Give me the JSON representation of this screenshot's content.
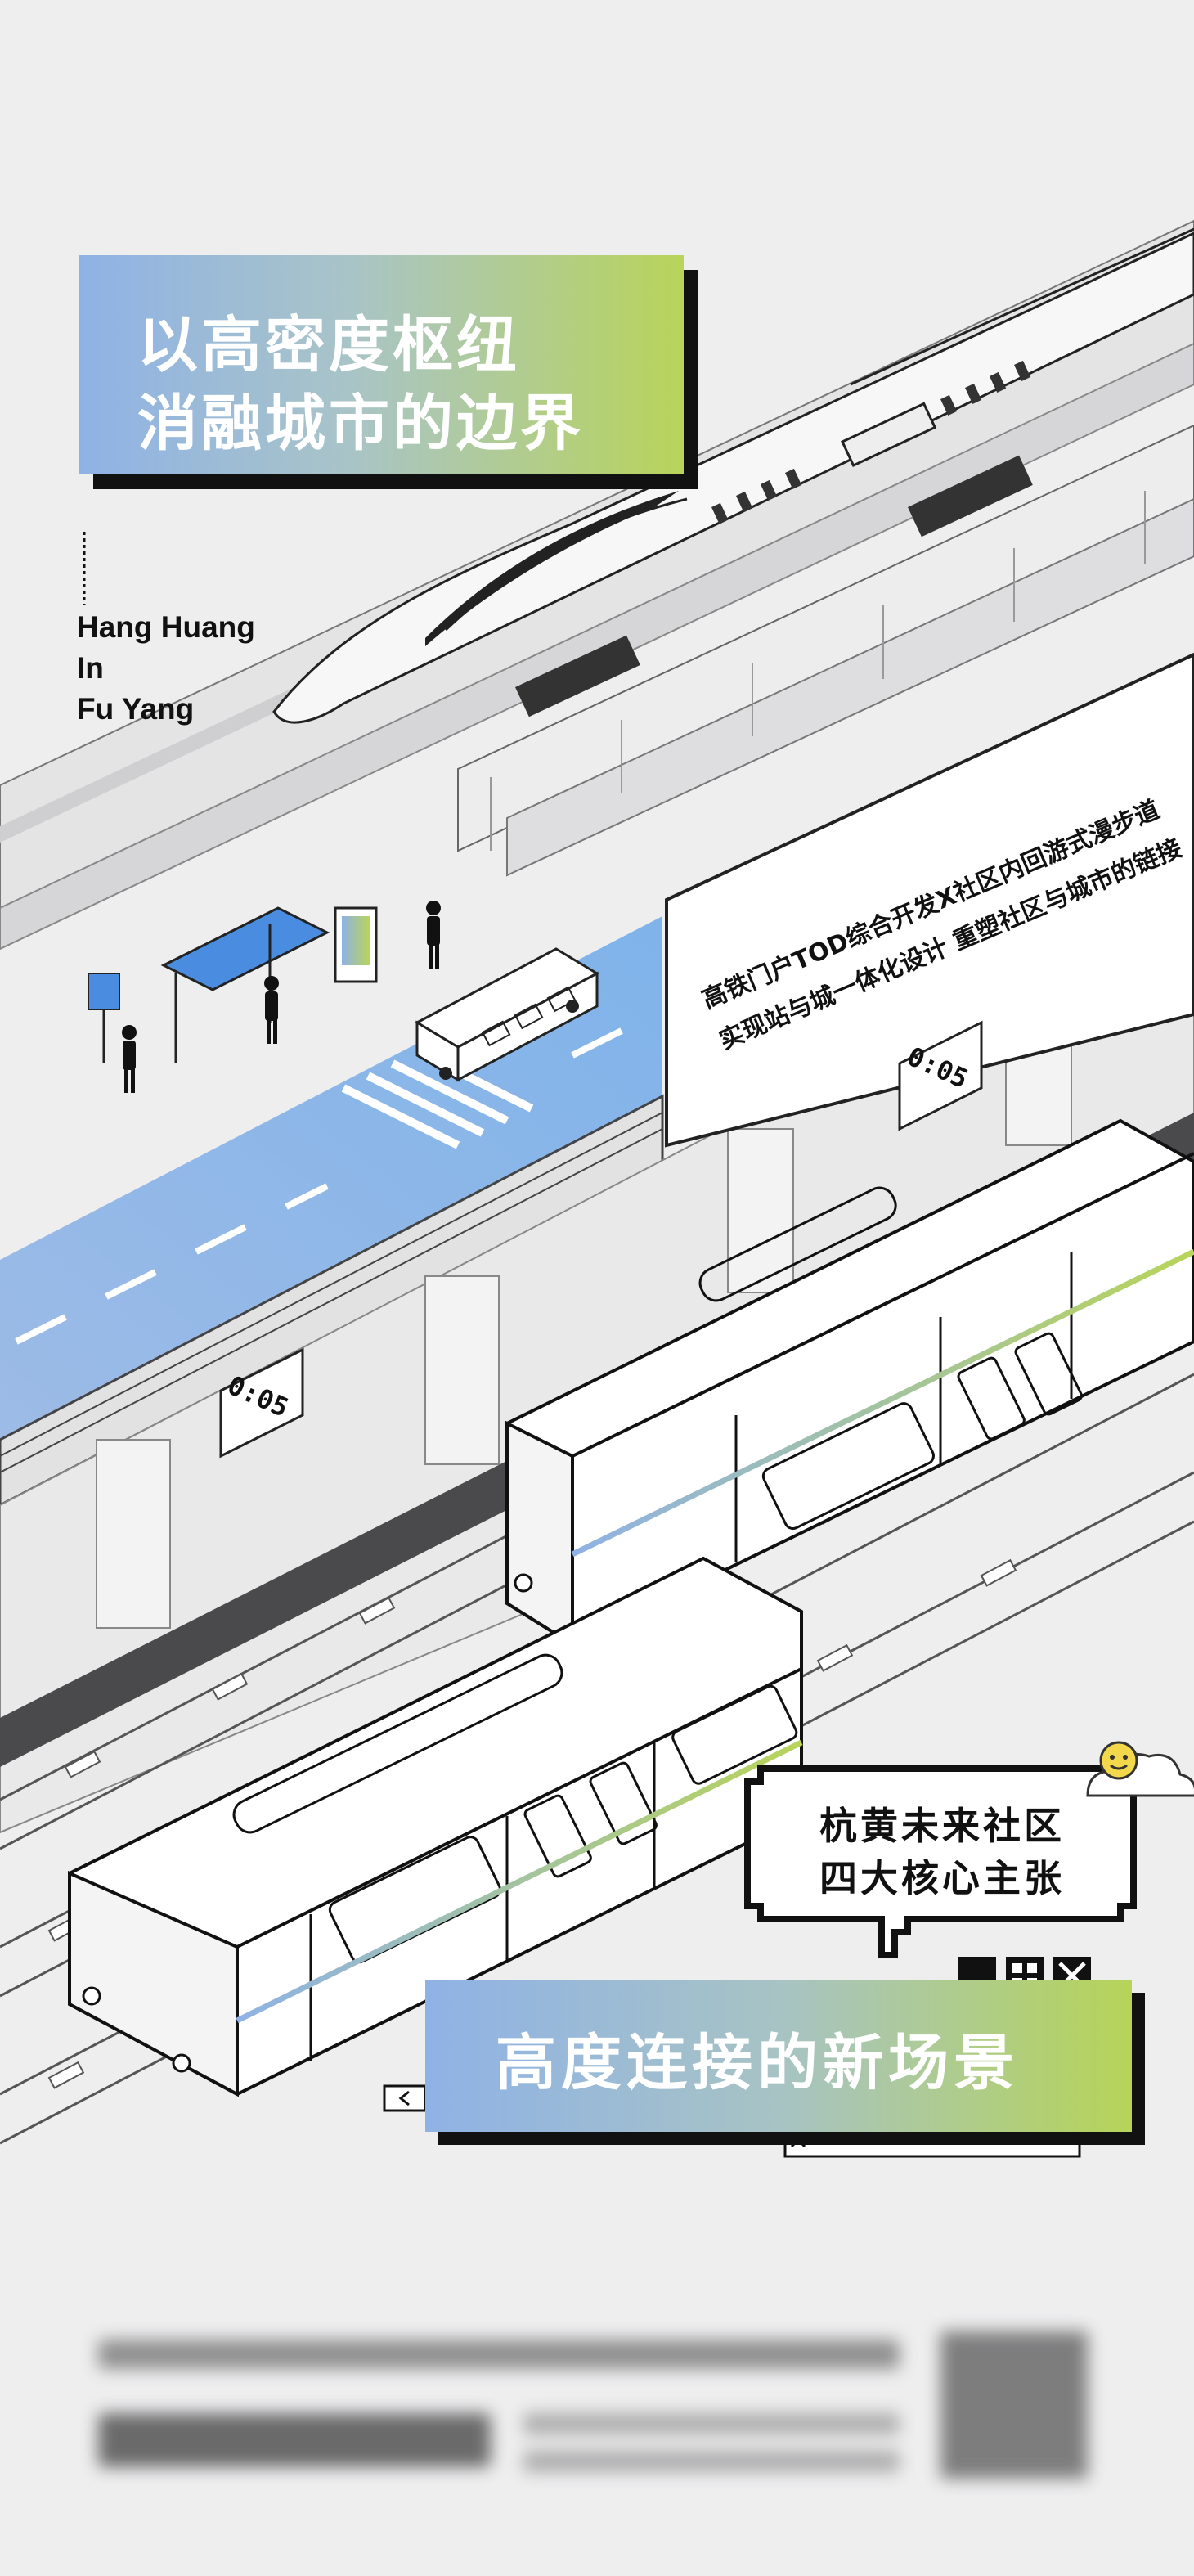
{
  "title": {
    "line1": "以高密度枢纽",
    "line2": "消融城市的边界"
  },
  "location_label": "Hang Huang\nIn\nFu Yang",
  "billboard": {
    "line1": "高铁门户TOD综合开发X社区内回游式漫步道",
    "line2": "实现站与城一体化设计 重塑社区与城市的链接"
  },
  "clock_signs": [
    "0:05",
    "0:05"
  ],
  "speech_bubble": {
    "line1": "杭黄未来社区",
    "line2": "四大核心主张"
  },
  "banner": {
    "text": "高度连接的新场景"
  },
  "window_controls": {
    "minimize_icon": "minimize-icon",
    "maximize_icon": "grid-icon",
    "close_icon": "close-icon",
    "nav": "< >",
    "close_glyph": "×"
  },
  "colors": {
    "background": "#eeeeef",
    "gradient_start": "#8fb2e6",
    "gradient_end": "#b8d45a",
    "road_blue": "#8fb6e8",
    "ink": "#111111"
  }
}
